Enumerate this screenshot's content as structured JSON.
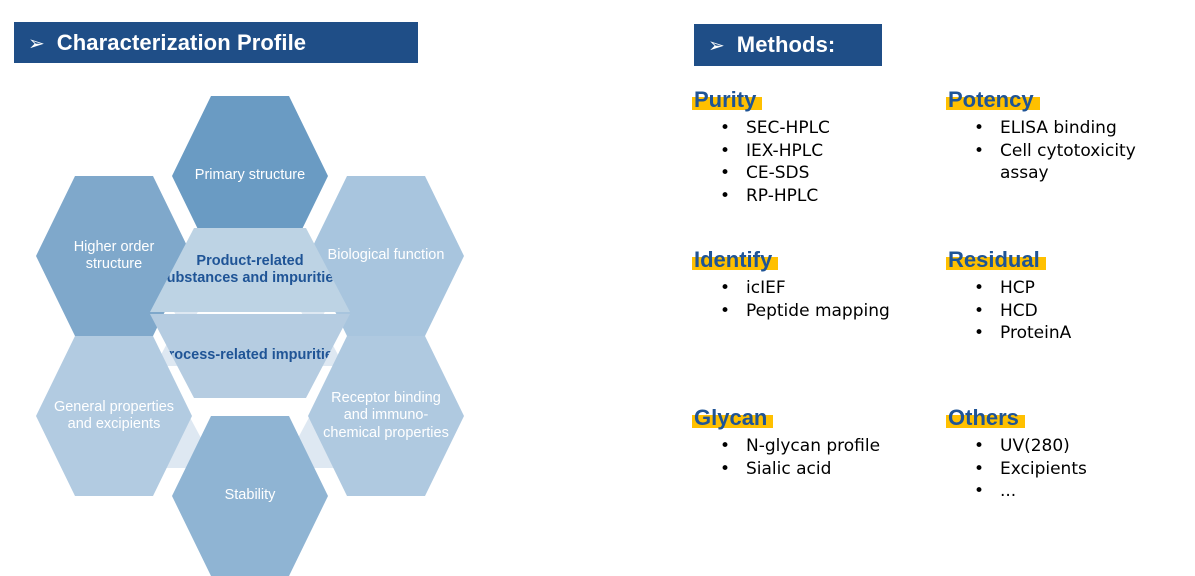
{
  "banners": {
    "characterization": {
      "arrow": "➢",
      "title": "Characterization Profile"
    },
    "methods": {
      "arrow": "➢",
      "title": "Methods:"
    }
  },
  "colors": {
    "banner_blue": "#1F4E87",
    "heading_blue": "#1F5496",
    "highlight_gold": "#FFC000",
    "hex_dark": "#6A9BC3",
    "hex_mid": "#7FA8CB",
    "hex_light": "#A8C5DE",
    "hex_lighter": "#B7CFE3",
    "hex_center": "#BDD3E4",
    "hex_center_alt": "#B5CCE1",
    "connector": "#DEE8F2"
  },
  "hex_diagram": {
    "outer": [
      {
        "id": "primary-structure",
        "label": "Primary structure",
        "color": "#6A9BC3"
      },
      {
        "id": "higher-order-structure",
        "label": "Higher order structure",
        "color": "#7FA8CB"
      },
      {
        "id": "biological-function",
        "label": "Biological function",
        "color": "#A8C5DE"
      },
      {
        "id": "general-properties",
        "label": "General properties and excipients",
        "color": "#B2CBE1"
      },
      {
        "id": "receptor-binding",
        "label": "Receptor binding and immuno-chemical properties",
        "color": "#AFC9E0"
      },
      {
        "id": "stability",
        "label": "Stability",
        "color": "#8FB4D3"
      }
    ],
    "center": [
      {
        "id": "product-related",
        "label": "Product-related substances and impurities",
        "color": "#BDD3E4"
      },
      {
        "id": "process-related",
        "label": "Process-related impurities",
        "color": "#B5CCE1"
      }
    ]
  },
  "methods": {
    "groups": [
      {
        "id": "purity",
        "heading": "Purity",
        "items": [
          "SEC-HPLC",
          "IEX-HPLC",
          "CE-SDS",
          "RP-HPLC"
        ]
      },
      {
        "id": "potency",
        "heading": "Potency",
        "items": [
          "ELISA binding",
          "Cell cytotoxicity assay"
        ]
      },
      {
        "id": "identify",
        "heading": "Identify",
        "items": [
          "icIEF",
          "Peptide mapping"
        ]
      },
      {
        "id": "residual",
        "heading": "Residual",
        "items": [
          "HCP",
          "HCD",
          "ProteinA"
        ]
      },
      {
        "id": "glycan",
        "heading": "Glycan",
        "items": [
          "N-glycan profile",
          "Sialic acid"
        ]
      },
      {
        "id": "others",
        "heading": "Others",
        "items": [
          "UV(280)",
          "Excipients",
          "..."
        ]
      }
    ],
    "bullet_glyph": "•"
  }
}
